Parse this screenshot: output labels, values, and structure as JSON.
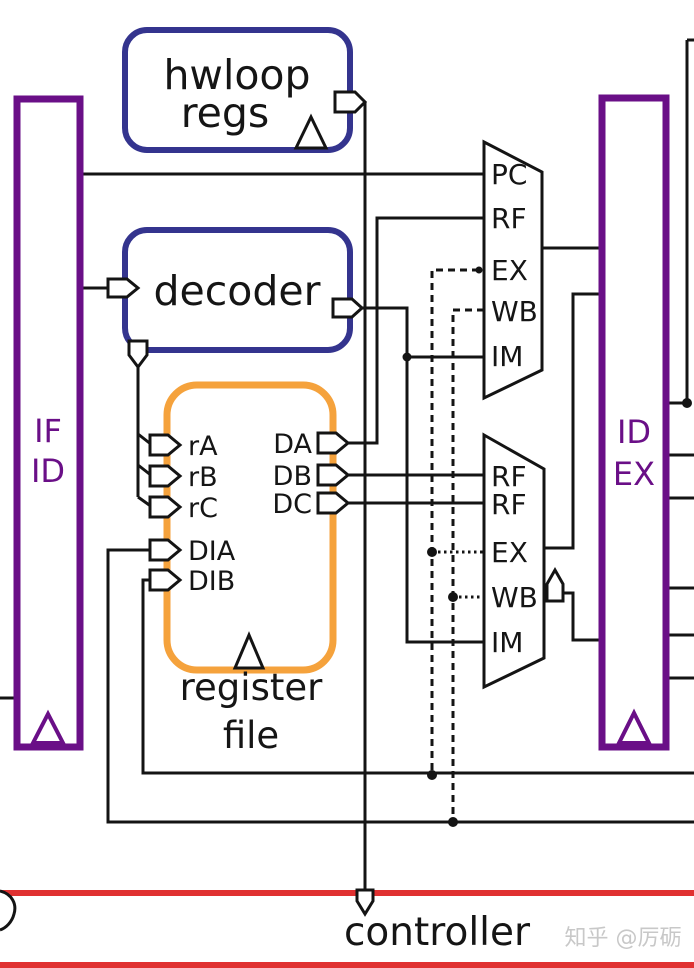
{
  "colors": {
    "register_border": "#6a0f87",
    "block_border": "#34348e",
    "register_file_border": "#f5a23c",
    "divider_red": "#e03131",
    "wire": "#141414",
    "watermark": "#c8c8c8"
  },
  "pipeline_registers": {
    "if_id": {
      "top": "IF",
      "bottom": "ID"
    },
    "id_ex": {
      "top": "ID",
      "bottom": "EX"
    }
  },
  "blocks": {
    "hwloop_regs": {
      "line1": "hwloop",
      "line2": "regs"
    },
    "decoder": {
      "label": "decoder"
    },
    "register_file": {
      "label_line1": "register",
      "label_line2": "file",
      "read_address_ports": [
        "rA",
        "rB",
        "rC"
      ],
      "write_data_ports": [
        "DIA",
        "DIB"
      ],
      "read_data_ports": [
        "DA",
        "DB",
        "DC"
      ]
    },
    "controller": {
      "label": "controller"
    }
  },
  "muxes": {
    "operand_a": {
      "inputs": [
        "PC",
        "RF",
        "EX",
        "WB",
        "IM"
      ]
    },
    "operand_b": {
      "inputs": [
        "RF",
        "RF",
        "EX",
        "WB",
        "IM"
      ]
    }
  },
  "watermark": "知乎 @厉砺"
}
